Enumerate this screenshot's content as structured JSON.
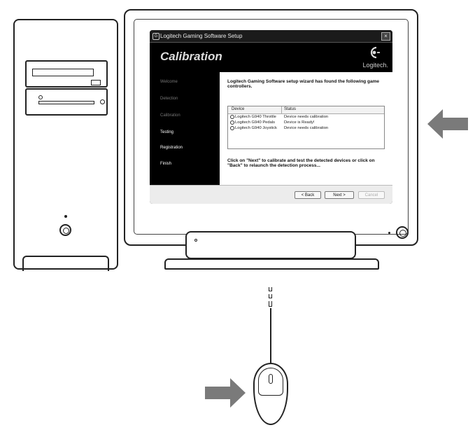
{
  "window": {
    "title": "Logitech Gaming Software Setup",
    "app_icon": "logitech-app-icon",
    "close_label": "×"
  },
  "header": {
    "title": "Calibration",
    "brand": "Logitech."
  },
  "sidebar": {
    "steps": [
      {
        "label": "Welcome",
        "active": false
      },
      {
        "label": "Detection",
        "active": false
      },
      {
        "label": "Calibration",
        "active": false
      },
      {
        "label": "Testing",
        "active": true
      },
      {
        "label": "Registration",
        "active": true
      },
      {
        "label": "Finish",
        "active": true
      }
    ]
  },
  "main": {
    "intro": "Logitech Gaming Software setup wizard has found the following game controllers.",
    "list": {
      "columns": [
        "Device",
        "Status"
      ],
      "rows": [
        {
          "device": "Logitech G940 Throttle",
          "status": "Device needs calibration",
          "icon": "controller-icon"
        },
        {
          "device": "Logitech G940 Pedals",
          "status": "Device is Ready!",
          "icon": "controller-icon"
        },
        {
          "device": "Logitech G940 Joystick",
          "status": "Device needs calibration",
          "icon": "controller-icon"
        }
      ]
    },
    "footer_note": "Click on \"Next\" to calibrate and test the detected devices or click on \"Back\" to relaunch the detection process..."
  },
  "buttons": {
    "back": "< Back",
    "next": "Next >",
    "cancel": "Cancel"
  },
  "colors": {
    "dialog_bg": "#111111",
    "content_bg": "#ffffff",
    "arrow": "#7a7a7a",
    "outline": "#222222"
  }
}
